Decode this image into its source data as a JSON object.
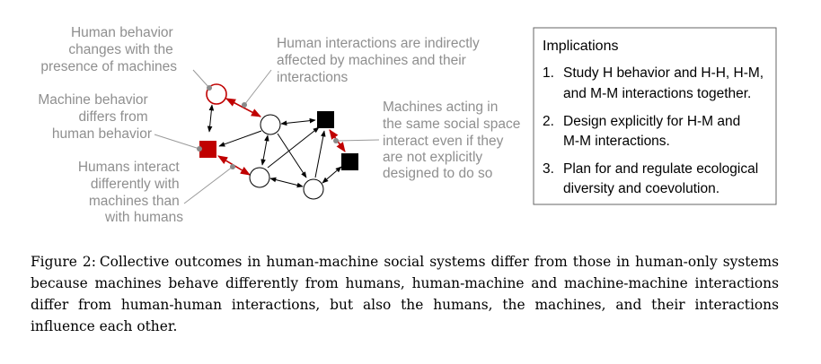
{
  "annotations": {
    "human_behavior": [
      "Human behavior",
      "changes with the",
      "presence of machines"
    ],
    "machine_behavior": [
      "Machine behavior",
      "differs from",
      "human behavior"
    ],
    "humans_interact": [
      "Humans interact",
      "differently with",
      "machines than",
      "with humans"
    ],
    "indirect": [
      "Human interactions are indirectly",
      "affected by machines and their",
      "interactions"
    ],
    "machines_acting": [
      "Machines acting in",
      "the same social space",
      "interact even if they",
      "are not explicitly",
      "designed to do so"
    ]
  },
  "implications": {
    "title": "Implications",
    "items": [
      {
        "num": "1.",
        "lines": [
          "Study H behavior and H-H, H-M,",
          "and M-M interactions together."
        ]
      },
      {
        "num": "2.",
        "lines": [
          "Design explicitly for H-M and",
          "M-M interactions."
        ]
      },
      {
        "num": "3.",
        "lines": [
          "Plan for and regulate ecological",
          "diversity and coevolution."
        ]
      }
    ]
  },
  "caption": {
    "label": "Figure 2:",
    "text": "Collective outcomes in human-machine social systems differ from those in human-only systems because machines behave differently from humans, human-machine and machine-machine interactions differ from human-human interactions, but also the humans, the machines, and their interactions influence each other."
  },
  "colors": {
    "highlight_red": "#c00000",
    "annotation_gray": "#8f8f8f",
    "machine_black": "#000000"
  }
}
